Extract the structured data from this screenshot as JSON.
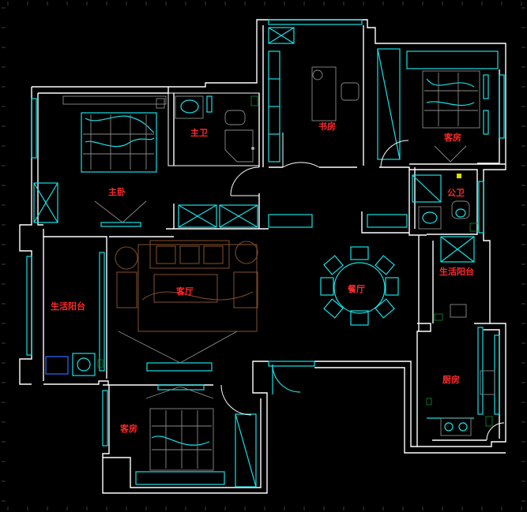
{
  "rooms": {
    "master_bedroom": "主卧",
    "master_bath": "主卫",
    "study": "书房",
    "guest_room_ne": "客房",
    "public_bath": "公卫",
    "living_room": "客厅",
    "dining_room": "餐厅",
    "balcony_west": "生活阳台",
    "balcony_east": "生活阳台",
    "guest_room_sw": "客房",
    "kitchen": "厨房"
  },
  "colors": {
    "background": "#000000",
    "wall": "#ffffff",
    "furniture_cyan": "#19e0e6",
    "label_red": "#ff2a2a",
    "sofa_brown": "#7a4a2a"
  }
}
